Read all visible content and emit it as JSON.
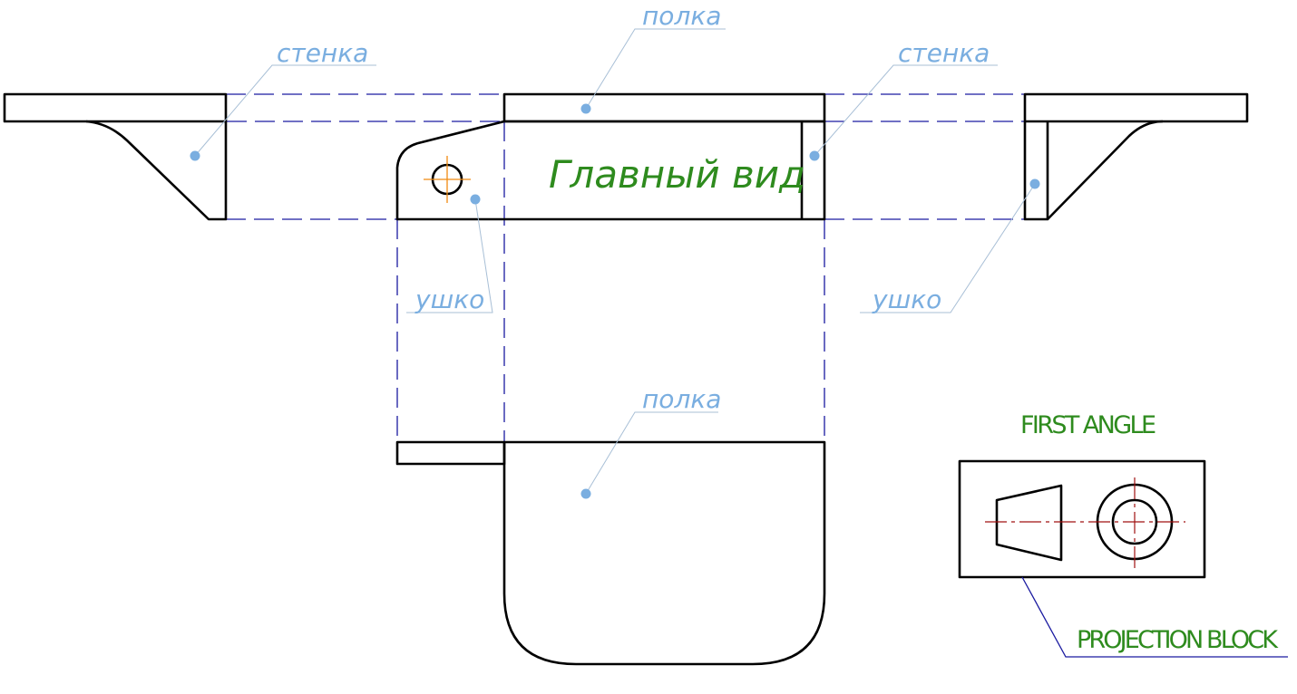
{
  "labels": {
    "web_left": "стенка",
    "flange_top": "полка",
    "web_right": "стенка",
    "lug_left": "ушко",
    "lug_right": "ушко",
    "flange_bottom": "полка"
  },
  "view_title": "Главный вид",
  "projection": {
    "title": "FIRST ANGLE",
    "caption": "PROJECTION BLOCK"
  },
  "colors": {
    "outline": "#000000",
    "hidden_lines": "#1a1aa0",
    "leader_labels": "#7aaee0",
    "title_text": "#2e8b1e",
    "center_lines": "#a01010"
  }
}
